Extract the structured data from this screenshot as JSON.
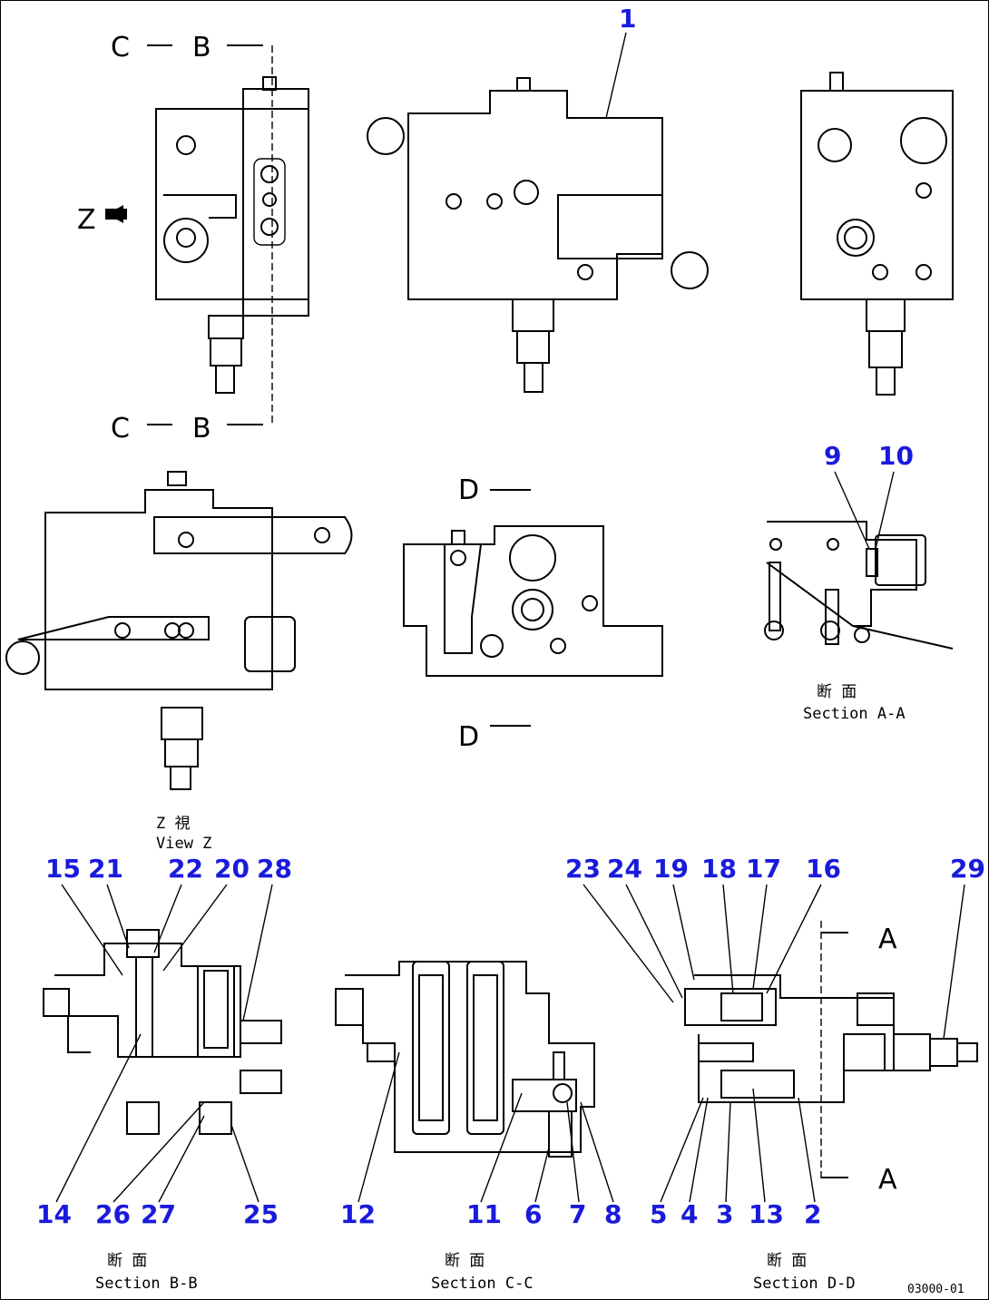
{
  "callouts": {
    "c1": "1",
    "c2": "2",
    "c3": "3",
    "c4": "4",
    "c5": "5",
    "c6": "6",
    "c7": "7",
    "c8": "8",
    "c9": "9",
    "c10": "10",
    "c11": "11",
    "c12": "12",
    "c13": "13",
    "c14": "14",
    "c15": "15",
    "c16": "16",
    "c17": "17",
    "c18": "18",
    "c19": "19",
    "c20": "20",
    "c21": "21",
    "c22": "22",
    "c23": "23",
    "c24": "24",
    "c25": "25",
    "c26": "26",
    "c27": "27",
    "c28": "28",
    "c29": "29"
  },
  "section_letters": {
    "c": "C",
    "b": "B",
    "d": "D",
    "a": "A",
    "z": "Z"
  },
  "captions": {
    "view_z_jp": "Z  視",
    "view_z": "View Z",
    "section_aa_jp": "断 面",
    "section_aa": "Section A-A",
    "section_bb_jp": "断 面",
    "section_bb": "Section B-B",
    "section_cc_jp": "断 面",
    "section_cc": "Section C-C",
    "section_dd_jp": "断 面",
    "section_dd": "Section D-D",
    "drawing_code": "03000-01"
  }
}
